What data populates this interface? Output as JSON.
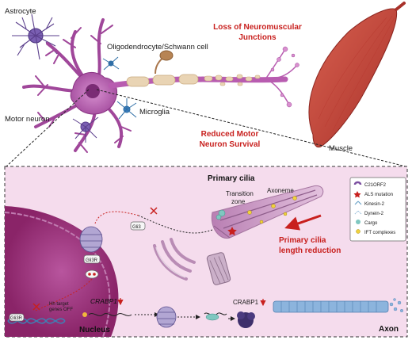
{
  "top": {
    "astrocyte": "Astrocyte",
    "oligodendrocyte": "Oligodendrocyte/Schwann cell",
    "motor_neuron": "Motor neuron",
    "microglia": "Microglia",
    "muscle": "Muscle",
    "loss_nmj_1": "Loss of Neuromuscular",
    "loss_nmj_2": "Junctions",
    "reduced_1": "Reduced Motor",
    "reduced_2": "Neuron Survival"
  },
  "detail": {
    "primary_cilia": "Primary cilia",
    "axoneme": "Axoneme",
    "transition_1": "Transition",
    "transition_2": "zone",
    "reduction_1": "Primary cilia",
    "reduction_2": "length reduction",
    "gli3": "Gli3",
    "gli3r": "Gli3R",
    "gli3r_dna": "Gli3R",
    "hh_1": "Hh target",
    "hh_2": "genes OFF",
    "crabp1_gene": "CRABP1",
    "crabp1_protein": "CRABP1",
    "nucleus": "Nucleus",
    "axon": "Axon"
  },
  "legend": {
    "items": [
      {
        "label": "C21ORF2",
        "icon": "c21orf2-icon"
      },
      {
        "label": "ALS mutation",
        "icon": "star-icon"
      },
      {
        "label": "Kinesin-2",
        "icon": "kinesin-icon"
      },
      {
        "label": "Dynein-2",
        "icon": "dynein-icon"
      },
      {
        "label": "Cargo",
        "icon": "cargo-icon"
      },
      {
        "label": "IFT complexes",
        "icon": "ift-icon"
      }
    ]
  },
  "colors": {
    "neuron": "#b85cb0",
    "muscle": "#c9443a",
    "label_red": "#c8201e",
    "nucleus": "#a0307a",
    "cytoplasm": "#f3d9ea"
  }
}
